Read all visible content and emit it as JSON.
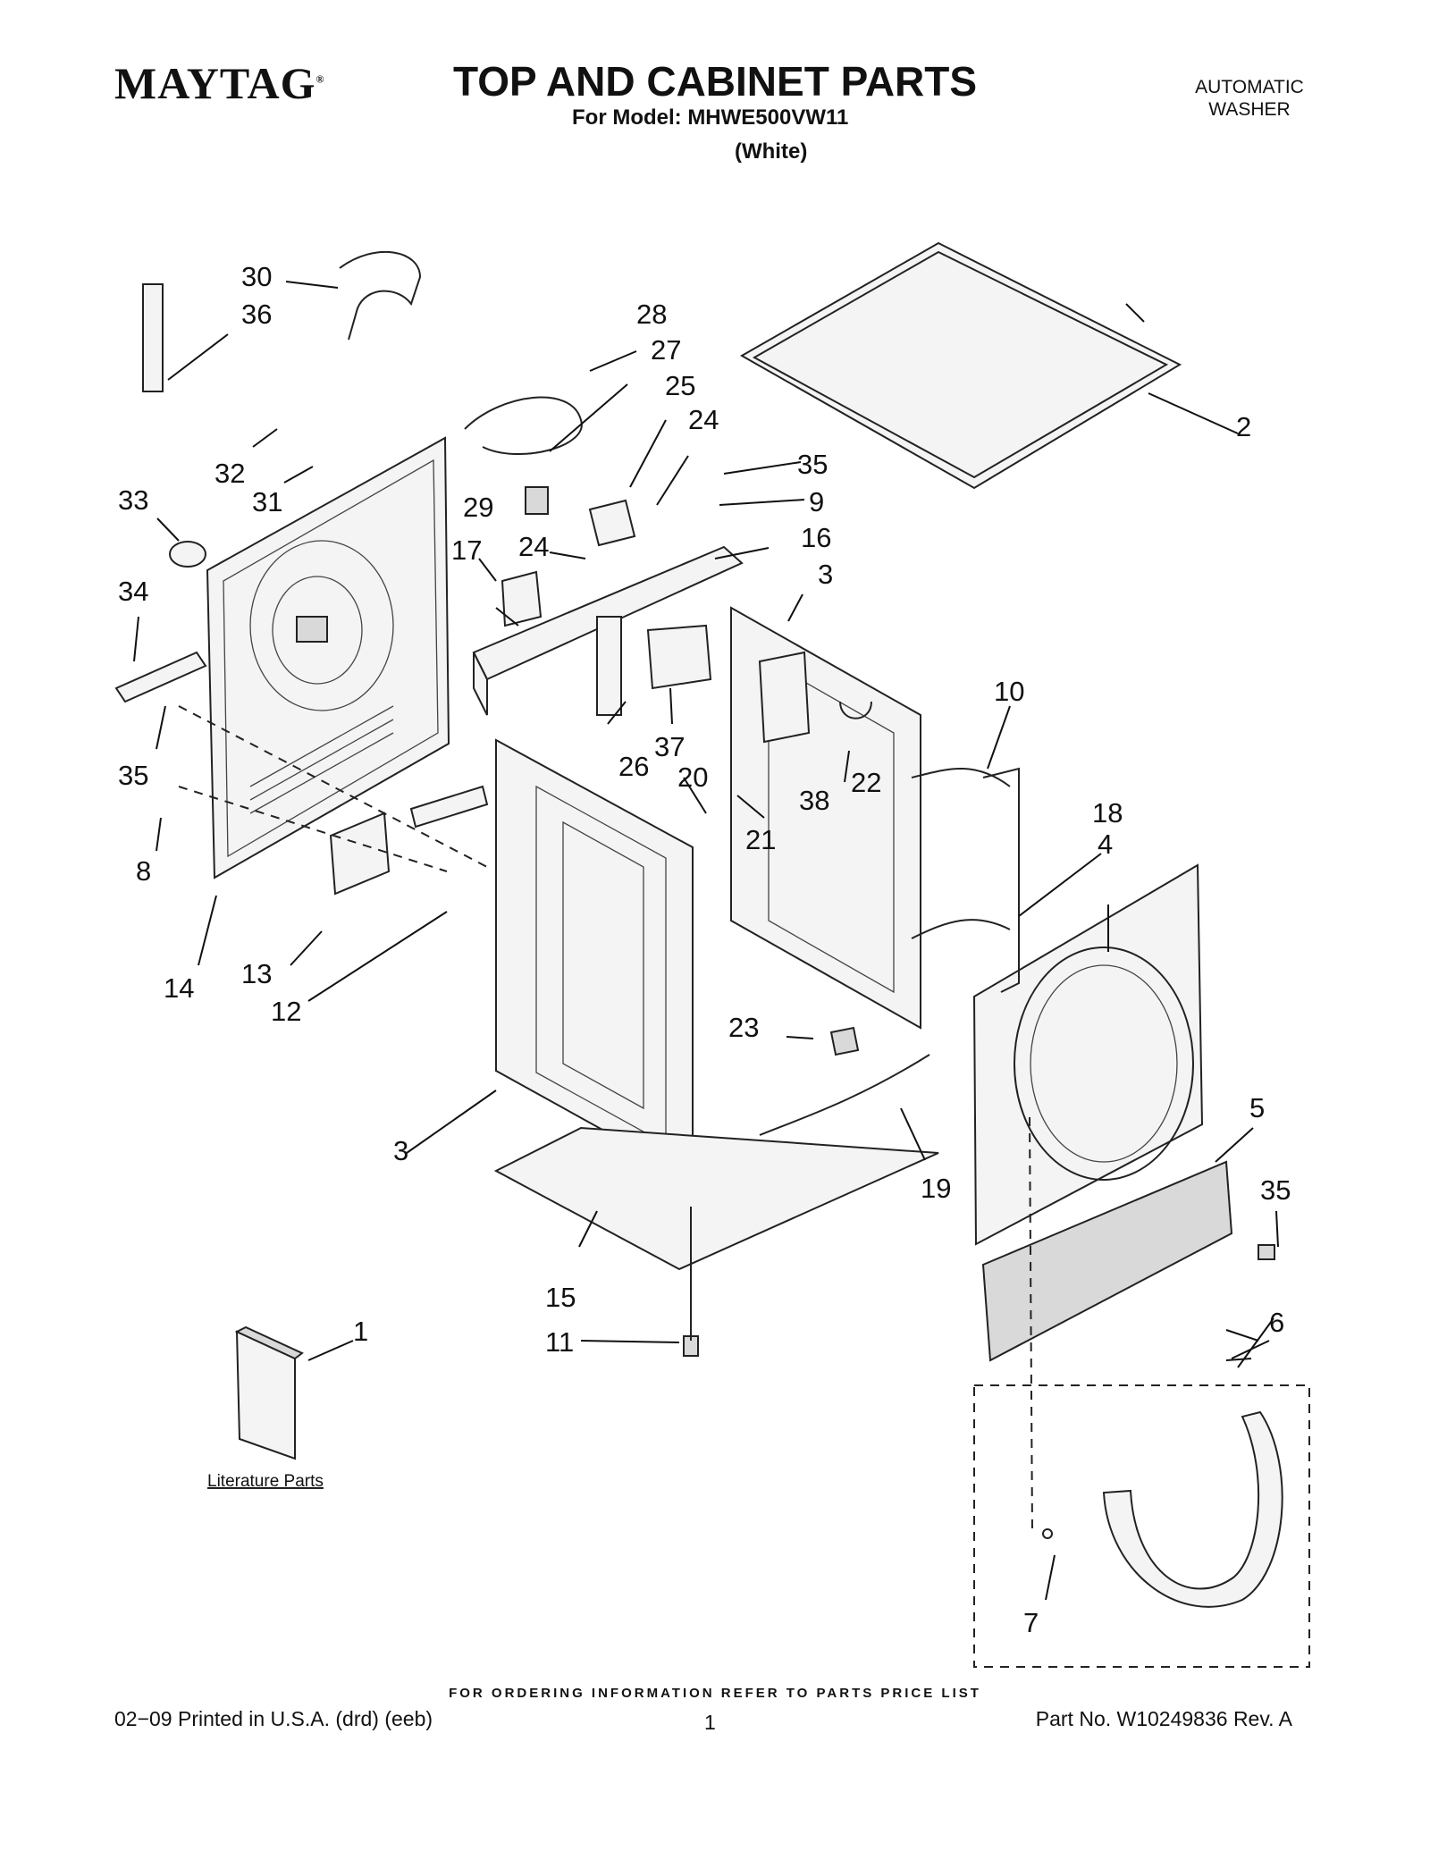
{
  "header": {
    "brand": "MAYTAG",
    "brand_mark": "®",
    "title": "TOP AND CABINET PARTS",
    "model_line": "For Model: MHWE500VW11",
    "color_line": "(White)",
    "product_type_line1": "AUTOMATIC",
    "product_type_line2": "WASHER"
  },
  "diagram": {
    "callouts": [
      "1",
      "2",
      "3",
      "3",
      "4",
      "5",
      "6",
      "7",
      "8",
      "9",
      "10",
      "11",
      "12",
      "13",
      "14",
      "15",
      "16",
      "17",
      "18",
      "19",
      "20",
      "21",
      "22",
      "23",
      "24",
      "24",
      "25",
      "26",
      "27",
      "28",
      "29",
      "30",
      "31",
      "32",
      "33",
      "34",
      "35",
      "35",
      "35",
      "36",
      "37",
      "38"
    ],
    "literature_label": "Literature Parts"
  },
  "footer": {
    "ordering_note": "FOR ORDERING INFORMATION REFER TO PARTS PRICE LIST",
    "print_info": "02−09 Printed in U.S.A. (drd) (eeb)",
    "page_number": "1",
    "part_number": "Part No. W10249836 Rev. A"
  }
}
